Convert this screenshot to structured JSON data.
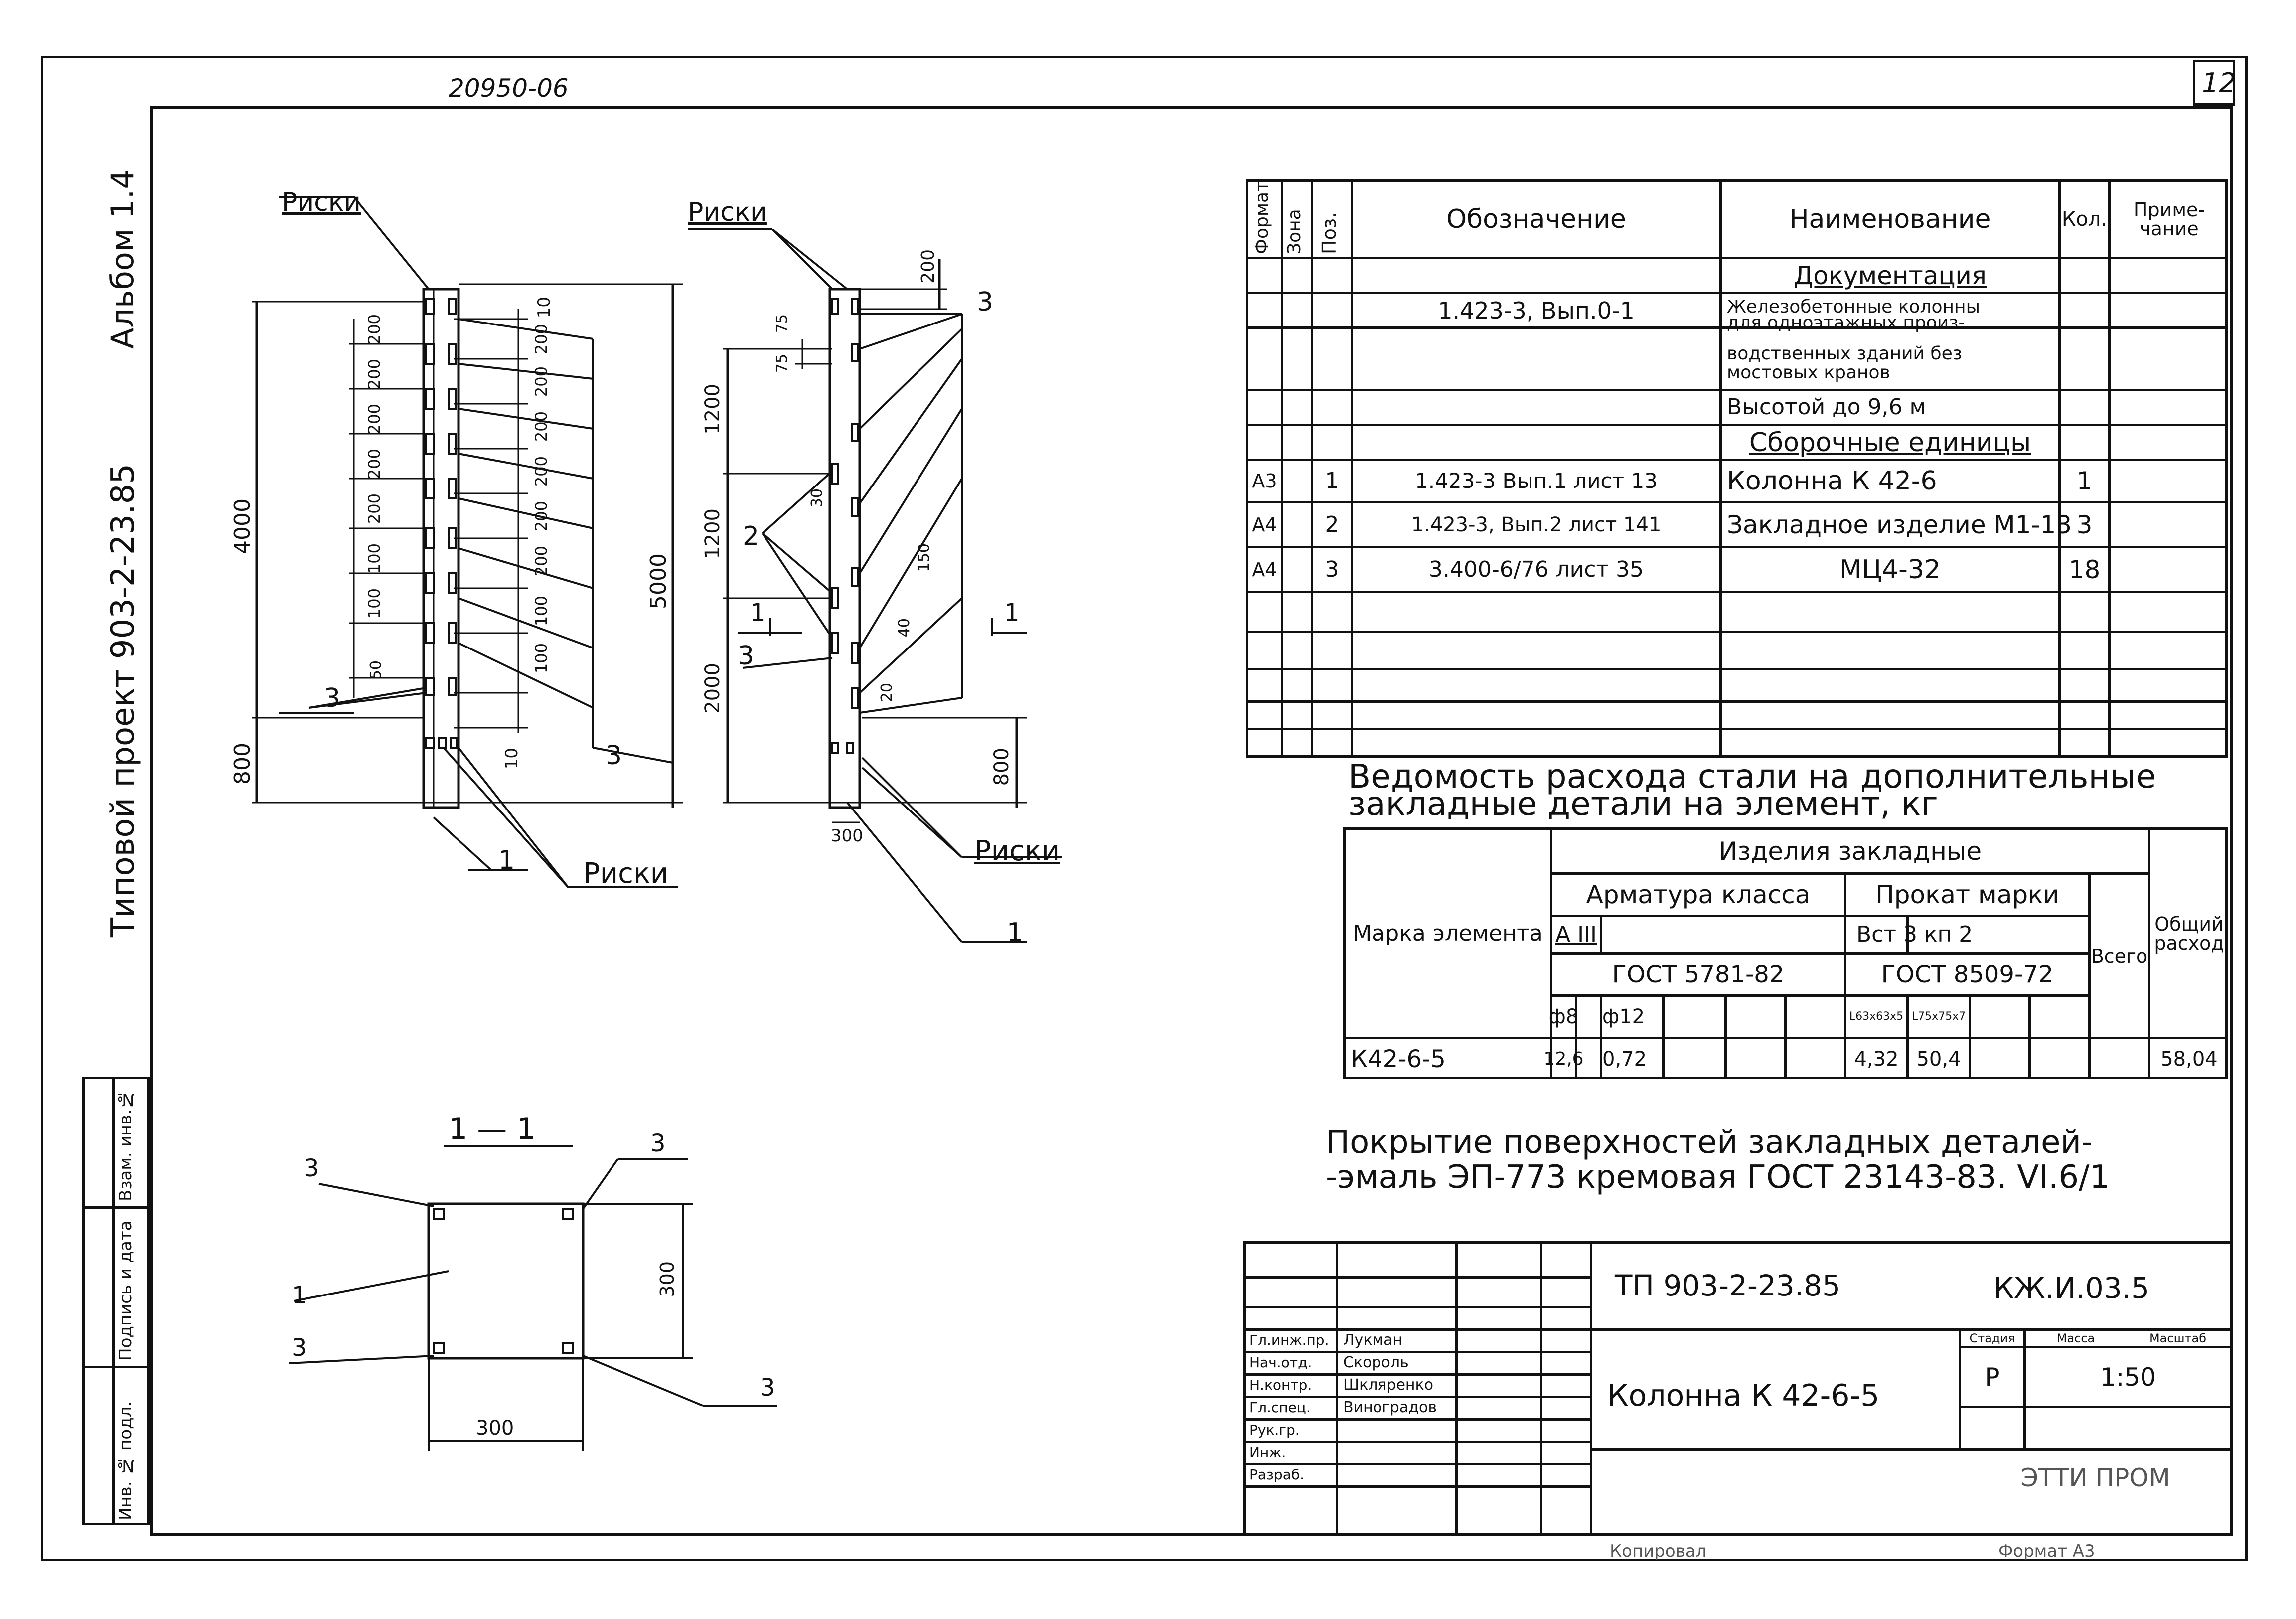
{
  "header": {
    "doc_number": "20950-06",
    "sheet_number": "12"
  },
  "side": {
    "album": "Альбом 1.4",
    "project": "Типовой проект 903-2-23.85",
    "stamp_labels": [
      "Взам. инв.№",
      "Подпись и дата",
      "Инв. № подл."
    ]
  },
  "elevation1": {
    "riski_top": "Риски",
    "riski_bottom": "Риски",
    "dims_left": [
      "4000",
      "800"
    ],
    "dims_right": [
      "5000"
    ],
    "spacing_top": "10",
    "spacings": [
      "200",
      "200",
      "200",
      "200",
      "200",
      "100",
      "100"
    ],
    "spacings_inner": [
      "200",
      "200",
      "200",
      "200",
      "200",
      "200",
      "100",
      "100"
    ],
    "spacing_bottom": "10",
    "small_50": "50",
    "pos_3a": "3",
    "pos_3b": "3",
    "pos_1": "1"
  },
  "elevation2": {
    "riski_top": "Риски",
    "riski_bottom": "Риски",
    "dim_200": "200",
    "dims": [
      "1200",
      "1200",
      "2000"
    ],
    "dim_800": "800",
    "dim_75a": "75",
    "dim_75b": "75",
    "dim_30": "30",
    "dim_150": "150",
    "dim_40": "40",
    "dim_20": "20",
    "dim_300": "300",
    "pos_2": "2",
    "pos_3a": "3",
    "pos_3b": "3",
    "pos_1": "1",
    "section_mark": "1"
  },
  "section": {
    "title": "1 — 1",
    "pos_3_tl": "3",
    "pos_3_tr": "3",
    "pos_3_bl": "3",
    "pos_3_br": "3",
    "pos_1": "1",
    "dim_h": "300",
    "dim_w": "300"
  },
  "spec": {
    "headers": {
      "format": "Формат",
      "zone": "Зона",
      "pos": "Поз.",
      "designation": "Обозначение",
      "name": "Наименование",
      "qty": "Кол.",
      "note": "Приме-чание"
    },
    "section_docs": "Документация",
    "doc_designation": "1.423-3, Вып.0-1",
    "doc_name_lines": [
      "Железобетонные колонны",
      "для одноэтажных произ-",
      "водственных зданий без",
      "мостовых кранов",
      "Высотой до 9,6 м"
    ],
    "section_assembly": "Сборочные единицы",
    "rows": [
      {
        "format": "А3",
        "pos": "1",
        "designation": "1.423-3 Вып.1 лист 13",
        "name": "Колонна  К 42-6",
        "qty": "1"
      },
      {
        "format": "А4",
        "pos": "2",
        "designation": "1.423-3, Вып.2 лист 141",
        "name": "Закладное изделие М1-13",
        "qty": "3"
      },
      {
        "format": "А4",
        "pos": "3",
        "designation": "3.400-6/76  лист 35",
        "name": "МЦ4-32",
        "qty": "18"
      }
    ]
  },
  "steel": {
    "title_line1": "Ведомость расхода стали на дополнительные",
    "title_line2": "закладные детали на элемент, кг",
    "col_mark": "Марка элемента",
    "col_items": "Изделия закладные",
    "col_rebar": "Арматура класса",
    "col_rolled": "Прокат марки",
    "rebar_class": "А III",
    "rolled_grade": "Вст 3 кп 2",
    "rebar_gost": "ГОСТ 5781-82",
    "rolled_gost": "ГОСТ 8509-72",
    "col_total": "Всего",
    "col_overall": "Общий расход",
    "sub_cols": [
      "ф8",
      "ф12",
      "",
      "",
      "",
      "L63x63x5",
      "L75x75x7",
      "",
      "",
      ""
    ],
    "row_mark": "К42-6-5",
    "row_values": [
      "12,6",
      "0,72",
      "",
      "",
      "",
      "4,32",
      "50,4",
      "",
      "",
      ""
    ],
    "row_total": "",
    "row_overall": "58,04"
  },
  "coating": {
    "line1": "Покрытие поверхностей закладных деталей-",
    "line2": "-эмаль ЭП-773 кремовая ГОСТ 23143-83. VI.6/1"
  },
  "titleblock": {
    "project_code": "ТП 903-2-23.85",
    "sheet_code": "КЖ.И.03.5",
    "drawing_name": "Колонна К 42-6-5",
    "stage_label": "Стадия",
    "mass_label": "Масса",
    "scale_label": "Масштаб",
    "stage": "Р",
    "scale": "1:50",
    "org": "ЭТТИ ПРОМ",
    "people": [
      {
        "role": "Гл.инж.пр.",
        "name": "Лукман"
      },
      {
        "role": "Нач.отд.",
        "name": "Скороль"
      },
      {
        "role": "Н.контр.",
        "name": "Шкляренко"
      },
      {
        "role": "Гл.спец.",
        "name": "Виноградов"
      },
      {
        "role": "Рук.гр.",
        "name": ""
      },
      {
        "role": "Инж.",
        "name": ""
      },
      {
        "role": "Разраб.",
        "name": ""
      }
    ],
    "footer_left": "Копировал",
    "footer_right": "Формат А3"
  }
}
